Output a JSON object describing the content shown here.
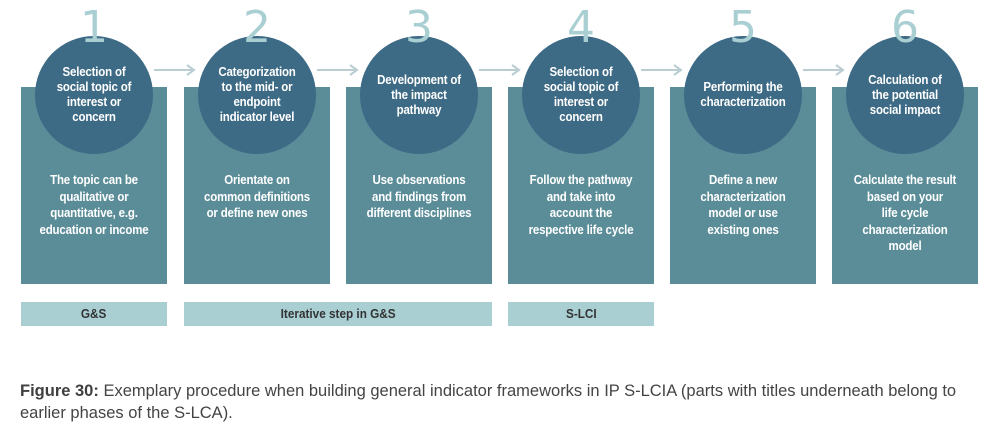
{
  "steps": [
    {
      "number": "1",
      "title_lines": [
        "Selection of",
        "social topic of",
        "interest or",
        "concern"
      ],
      "desc_lines": [
        "The topic can be",
        "qualitative or",
        "quantitative, e.g.",
        "education or income"
      ]
    },
    {
      "number": "2",
      "title_lines": [
        "Categorization",
        "to the mid- or",
        "endpoint",
        "indicator level"
      ],
      "desc_lines": [
        "Orientate on",
        "common definitions",
        "or define new ones"
      ]
    },
    {
      "number": "3",
      "title_lines": [
        "Development of",
        "the impact",
        "pathway"
      ],
      "desc_lines": [
        "Use observations",
        "and findings from",
        "different disciplines"
      ]
    },
    {
      "number": "4",
      "title_lines": [
        "Selection of",
        "social topic of",
        "interest or",
        "concern"
      ],
      "desc_lines": [
        "Follow the pathway",
        "and take into",
        "account the",
        "respective life cycle"
      ]
    },
    {
      "number": "5",
      "title_lines": [
        "Performing the",
        "characterization"
      ],
      "desc_lines": [
        "Define a new",
        "characterization",
        "model or use",
        "existing ones"
      ]
    },
    {
      "number": "6",
      "title_lines": [
        "Calculation of",
        "the potential",
        "social impact"
      ],
      "desc_lines": [
        "Calculate the result",
        "based on your",
        "life cycle",
        "characterization",
        "model"
      ]
    }
  ],
  "phases": [
    {
      "label": "G&S"
    },
    {
      "label": "Iterative step in G&S"
    },
    {
      "label": "S-LCI"
    }
  ],
  "caption": {
    "label": "Figure 30:",
    "text": " Exemplary procedure when building general indicator frameworks in IP S-LCIA (parts with titles underneath belong to earlier phases of the S-LCA)."
  },
  "colors": {
    "box": "#5b8d99",
    "circle": "#3d6a85",
    "number": "#a9cfd3",
    "phase_bar": "#a9cfd3",
    "arrow": "#b9cdd2"
  },
  "icons": {
    "arrow": "right-arrow-icon"
  }
}
